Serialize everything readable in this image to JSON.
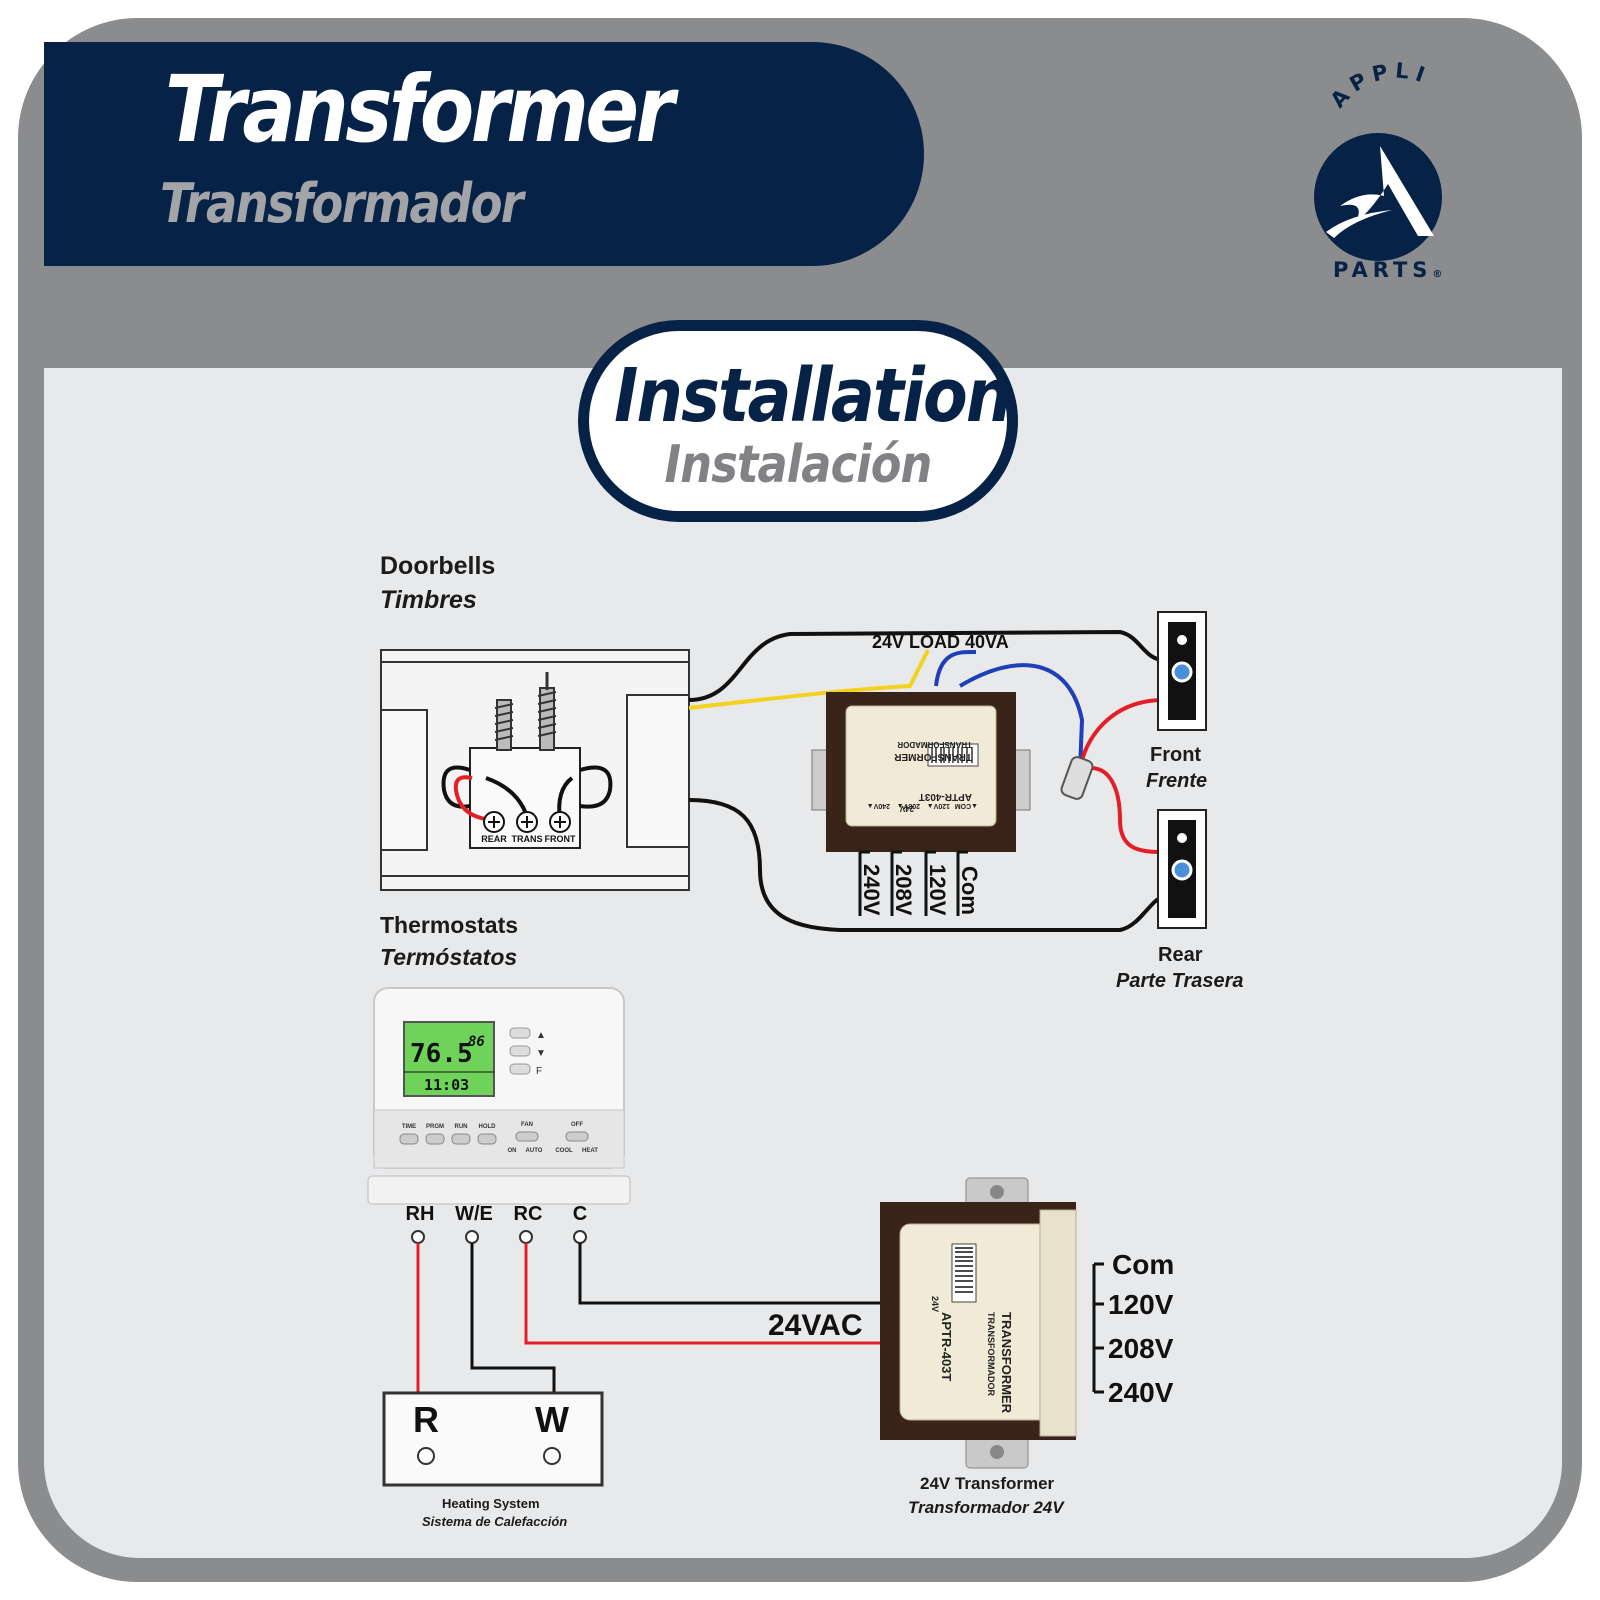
{
  "header": {
    "title": "Transformer",
    "subtitle": "Transformador"
  },
  "logo": {
    "top_text": "APPLI",
    "bottom_text": "PARTS",
    "registered": "®"
  },
  "installation": {
    "title": "Installation",
    "subtitle": "Instalación"
  },
  "doorbells": {
    "title": "Doorbells",
    "title_es": "Timbres",
    "terminals": [
      "REAR",
      "TRANS",
      "FRONT"
    ],
    "load_label": "24V LOAD 40VA",
    "front": "Front",
    "front_es": "Frente",
    "rear": "Rear",
    "rear_es": "Parte Trasera",
    "taps": [
      "240V",
      "208V",
      "120V",
      "Com"
    ]
  },
  "transformer_label_top": {
    "model": "APTR-403T",
    "name": "TRANSFORMER",
    "name_es": "TRANSFORMADOR",
    "v24": "24V",
    "voltages": [
      "240V▲",
      "208V▲",
      "120V▲",
      "▲COM"
    ]
  },
  "thermostats": {
    "title": "Thermostats",
    "title_es": "Termóstatos",
    "display_temp": "76.5",
    "display_set": "86",
    "display_time": "11:03",
    "buttons": [
      "TIME",
      "PRGM",
      "RUN",
      "HOLD",
      "FAN",
      "OFF"
    ],
    "sub_labels": [
      "ON",
      "AUTO",
      "COOL",
      "HEAT"
    ],
    "arrows": [
      "▲",
      "▼",
      "F"
    ],
    "terminals": [
      "RH",
      "W/E",
      "RC",
      "C"
    ],
    "vac_label": "24VAC",
    "heating_terminals": [
      "R",
      "W"
    ],
    "heating_system": "Heating System",
    "heating_system_es": "Sistema de Calefacción",
    "taps": [
      "Com",
      "120V",
      "208V",
      "240V"
    ],
    "transformer_label": "24V Transformer",
    "transformer_label_es": "Transformador 24V"
  },
  "colors": {
    "navy": "#062246",
    "frame_gray": "#8b8c8e",
    "panel": "#e8e9eb",
    "wire_red": "#e41e26",
    "wire_yellow": "#f2d21c",
    "wire_blue": "#1f3fb8",
    "wire_black": "#111111",
    "transformer_brown": "#3a2419",
    "lcd_green": "#6fd35a"
  }
}
